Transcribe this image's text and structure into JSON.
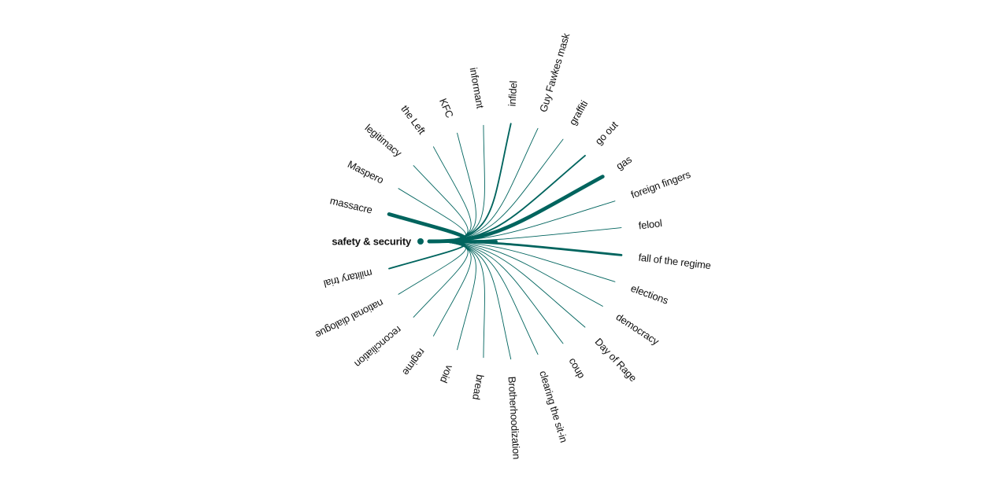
{
  "colors": {
    "edge": "#00645e",
    "text": "#111111",
    "background": "#ffffff"
  },
  "center_node": {
    "label": "safety & security",
    "weight": 4
  },
  "nodes": [
    {
      "label": "massacre",
      "weight": 5
    },
    {
      "label": "Maspero",
      "weight": 1
    },
    {
      "label": "legitimacy",
      "weight": 1
    },
    {
      "label": "the Left",
      "weight": 1
    },
    {
      "label": "KFC",
      "weight": 1
    },
    {
      "label": "informant",
      "weight": 1
    },
    {
      "label": "infidel",
      "weight": 2
    },
    {
      "label": "Guy Fawkes mask",
      "weight": 1
    },
    {
      "label": "graffiti",
      "weight": 1
    },
    {
      "label": "go out",
      "weight": 2
    },
    {
      "label": "gas",
      "weight": 5
    },
    {
      "label": "foreign fingers",
      "weight": 1
    },
    {
      "label": "felool",
      "weight": 1
    },
    {
      "label": "fall of the regime",
      "weight": 3
    },
    {
      "label": "elections",
      "weight": 1
    },
    {
      "label": "democracy",
      "weight": 1
    },
    {
      "label": "Day of Rage",
      "weight": 1
    },
    {
      "label": "coup",
      "weight": 1
    },
    {
      "label": "clearing the sit-in",
      "weight": 1
    },
    {
      "label": "Brotherhoodization",
      "weight": 1
    },
    {
      "label": "bread",
      "weight": 1
    },
    {
      "label": "void",
      "weight": 1
    },
    {
      "label": "regime",
      "weight": 1
    },
    {
      "label": "reconciliation",
      "weight": 1
    },
    {
      "label": "national dialogue",
      "weight": 1
    },
    {
      "label": "military trial",
      "weight": 2
    }
  ]
}
